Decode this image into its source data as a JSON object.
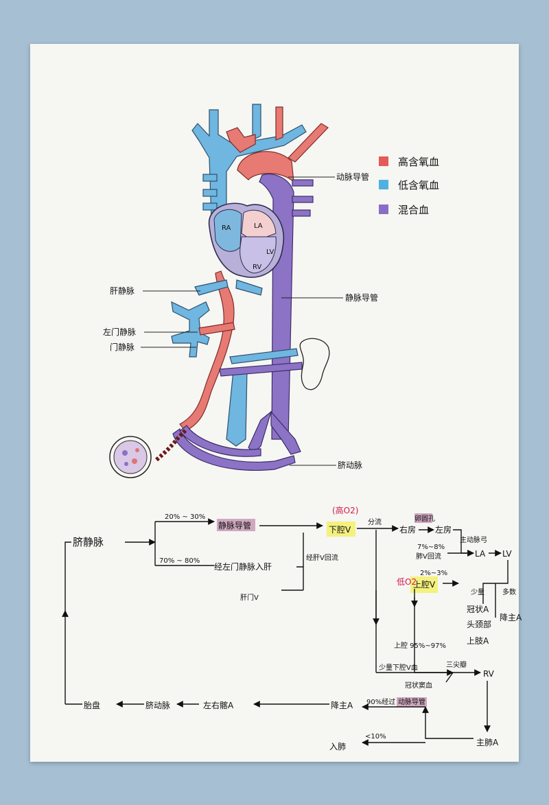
{
  "legend": {
    "high": {
      "label": "高含氧血",
      "color": "#e35a57"
    },
    "low": {
      "label": "低含氧血",
      "color": "#4fb1e0"
    },
    "mixed": {
      "label": "混合血",
      "color": "#8a6ec6"
    }
  },
  "anatomy": {
    "ductus_arteriosus": "动脉导管",
    "hepatic_vein": "肝静脉",
    "ductus_venosus": "静脉导管",
    "left_portal_vein": "左门静脉",
    "portal_vein": "门静脉",
    "umbilical_artery": "脐动脉",
    "chamber_ra": "RA",
    "chamber_la": "LA",
    "chamber_lv": "LV",
    "chamber_rv": "RV"
  },
  "flow": {
    "umbilical_vein": "脐静脉",
    "pct_20_30": "20% ~ 30%",
    "pct_70_80": "70% ~ 80%",
    "ductus_venosus": "静脉导管",
    "via_portal": "经左门静脉入肝",
    "hepatic_portal": "肝门V",
    "hepatic_v_return": "经肝V回流",
    "high_o2": "(高O2)",
    "ivc": "下腔V",
    "split": "分流",
    "ra": "右房",
    "foramen": "卵圆孔",
    "la_room": "左房",
    "pct_7_8": "7%~8%",
    "pulmonary_v_return": "肺V回流",
    "la": "LA",
    "lv": "LV",
    "low_o2": "低O2",
    "svc": "上腔V",
    "pct_2_3": "2%~3%",
    "arrow_mark": "主动脉弓",
    "note_a": "少量",
    "note_b": "多数",
    "coronary": "冠状A",
    "head_neck": "头颈部",
    "upper_limb": "上肢A",
    "descending": "降主A",
    "svc_pct": "上腔 95%~97%",
    "tricuspid": "三尖瓣",
    "ivc_blood": "少量下腔V血",
    "coronary_sinus": "冠状窦血",
    "rv": "RV",
    "descending_aorta": "降主A",
    "pct_90_ductus": "90%经过",
    "via_ductus": "动脉导管",
    "pulmonary_a": "主肺A",
    "lt_10": "<10%",
    "to_lung": "入肺",
    "iliac": "左右髂A",
    "umbilical_a": "脐动脉",
    "placenta": "胎盘"
  }
}
